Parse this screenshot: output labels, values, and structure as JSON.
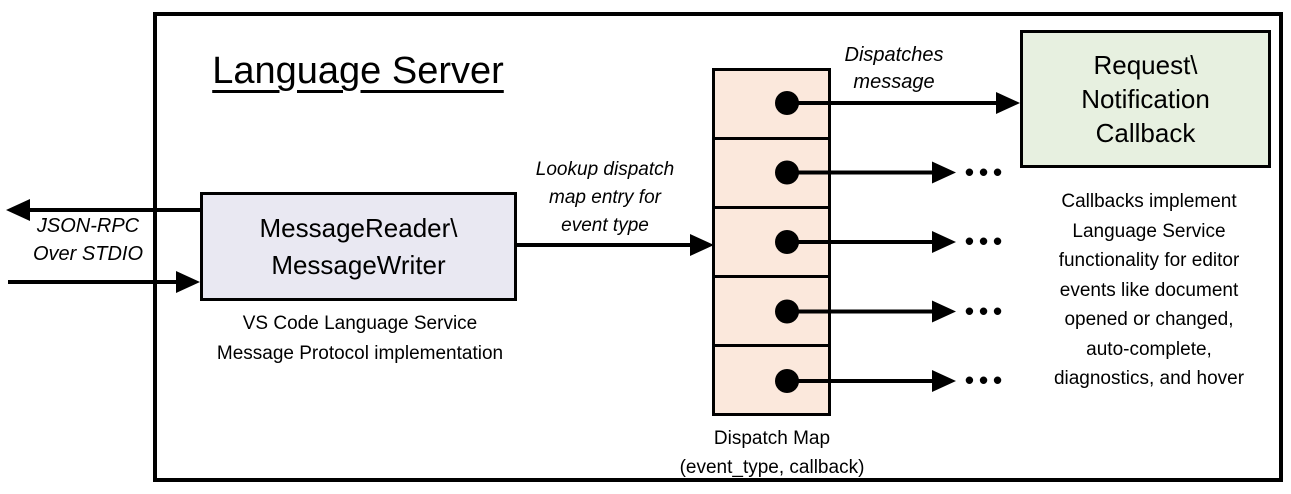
{
  "diagram": {
    "title": "Language Server",
    "io_label": "JSON-RPC\nOver STDIO",
    "reader_box_label": "MessageReader\\\nMessageWriter",
    "reader_caption": "VS Code Language Service\nMessage Protocol implementation",
    "lookup_label": "Lookup dispatch\nmap entry for\nevent type",
    "dispatches_label": "Dispatches\nmessage",
    "callback_box_label": "Request\\\nNotification\nCallback",
    "callback_caption": "Callbacks implement\nLanguage Service\nfunctionality for editor\nevents like document\nopened or changed,\nauto-complete,\ndiagnostics, and hover",
    "map_caption": "Dispatch Map\n(event_type, callback)",
    "ellipsis": "•••",
    "colors": {
      "line": "#000000",
      "reader_fill": "#E9E8F2",
      "map_fill": "#FBE8DC",
      "callback_fill": "#E7F0E0"
    }
  }
}
